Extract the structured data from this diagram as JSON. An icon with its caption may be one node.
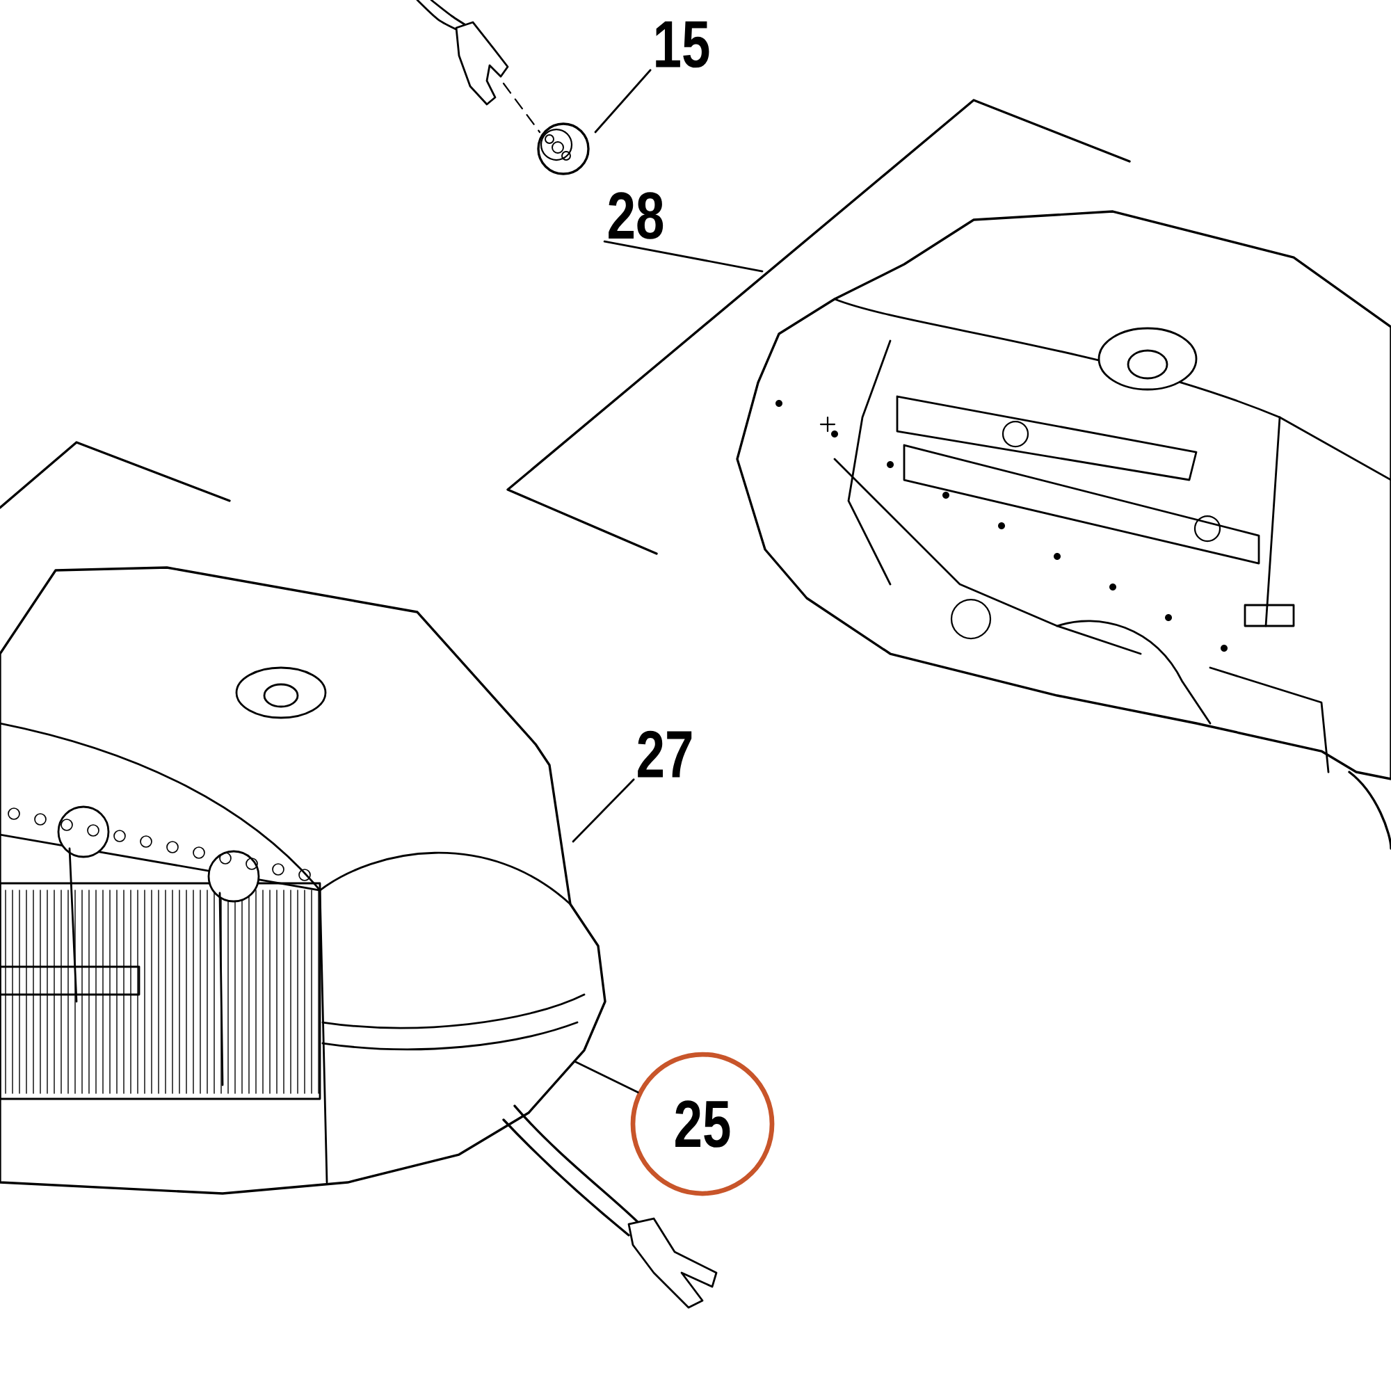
{
  "diagram": {
    "nodes": [
      {
        "text": [
          "15"
        ]
      },
      {
        "text": [],
        "shape": "picture"
      },
      {
        "text": [
          "28"
        ]
      },
      {
        "text": [],
        "shape": "picture"
      },
      {
        "text": [
          "27"
        ]
      },
      {
        "text": [],
        "shape": "picture"
      },
      {
        "text": [
          "25"
        ]
      }
    ],
    "edges": [
      {
        "from": 0,
        "to": 1,
        "arrow": "none"
      },
      {
        "from": 2,
        "to": 3,
        "arrow": "none"
      },
      {
        "from": 4,
        "to": 5,
        "arrow": "none"
      },
      {
        "from": 6,
        "to": 5,
        "arrow": "none"
      }
    ]
  }
}
